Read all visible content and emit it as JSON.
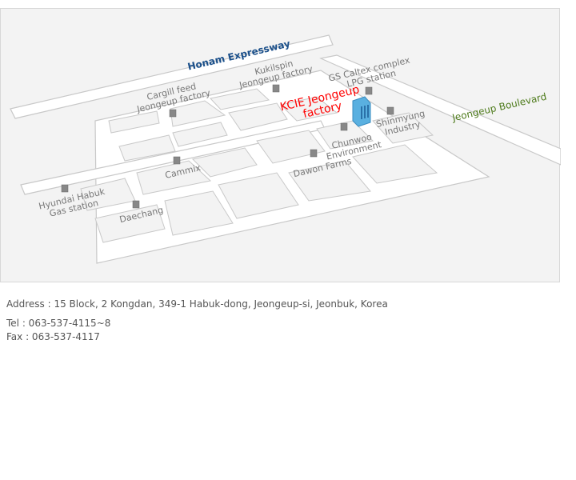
{
  "map": {
    "roads": {
      "honam": "Honam Expressway",
      "boulevard": "Jeongeup Boulevard"
    },
    "factory": {
      "line1": "KCIE Jeongeup",
      "line2": "factory"
    },
    "places": [
      {
        "l1": "Kukilspin",
        "l2": "Jeongeup factory"
      },
      {
        "l1": "GS Caltex complex",
        "l2": "LPG station"
      },
      {
        "l1": "Cargill feed",
        "l2": "Jeongeup factory"
      },
      {
        "l1": "Shinmyung",
        "l2": "Industry"
      },
      {
        "l1": "Chunwoo",
        "l2": "Environment"
      },
      {
        "l1": "Dawon Farms",
        "l2": ""
      },
      {
        "l1": "Cammix",
        "l2": ""
      },
      {
        "l1": "Hyundai Habuk",
        "l2": "Gas station"
      },
      {
        "l1": "Daechang",
        "l2": ""
      }
    ],
    "colors": {
      "honam": "#1a4f8a",
      "boulevard": "#4d7a1a",
      "factory": "#ff0000"
    }
  },
  "contact": {
    "address": "Address : 15 Block, 2 Kongdan, 349-1 Habuk-dong, Jeongeup-si, Jeonbuk, Korea",
    "tel": "Tel : 063-537-4115~8",
    "fax": "Fax : 063-537-4117"
  }
}
